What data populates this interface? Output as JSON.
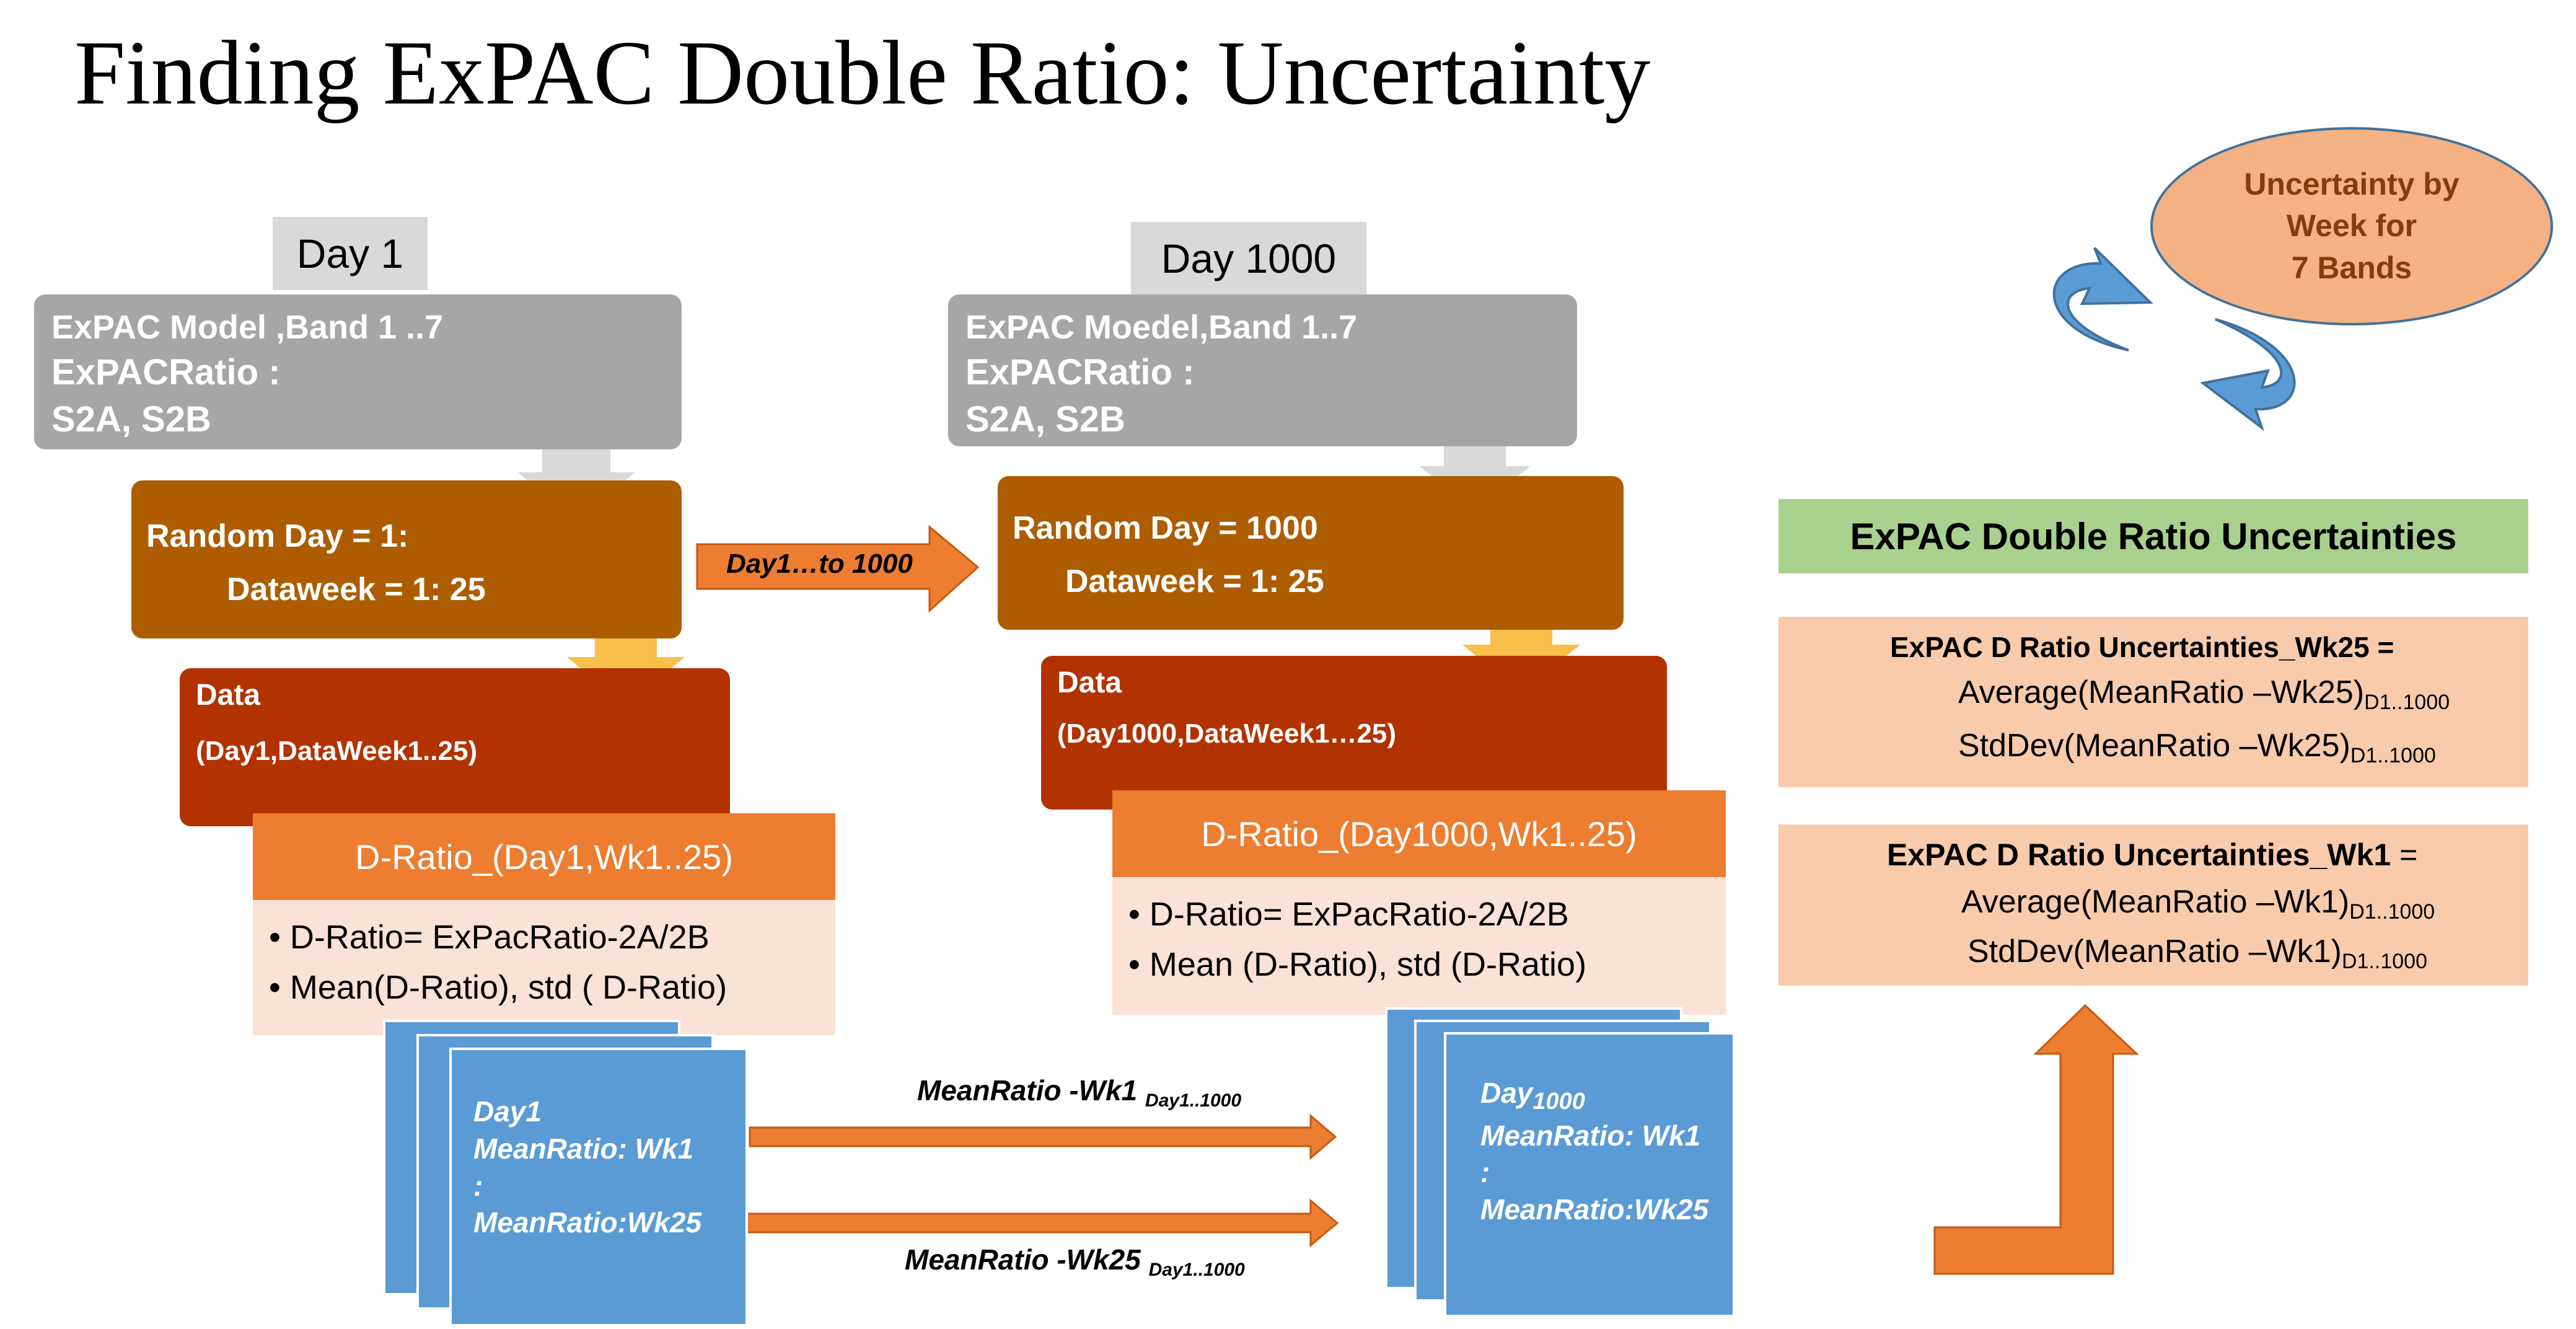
{
  "title": "Finding ExPAC Double Ratio: Uncertainty",
  "left": {
    "day_label": "Day 1",
    "model_line1": "ExPAC Model ,Band 1 ..7",
    "model_line2": "ExPACRatio :",
    "model_line3": "S2A, S2B",
    "random_line1": "Random  Day  = 1:",
    "random_line2": "Dataweek = 1: 25",
    "data_line1": "Data",
    "data_line2": "(Day1,DataWeek1..25)",
    "dratio_header": "D-Ratio_(Day1,Wk1..25)",
    "dratio_bullet1": "D-Ratio= ExPacRatio-2A/2B",
    "dratio_bullet2": "Mean(D-Ratio), std ( D-Ratio)",
    "sheet_line1": "Day1",
    "sheet_line2": "MeanRatio: Wk1",
    "sheet_line3": ":",
    "sheet_line4": "MeanRatio:Wk25"
  },
  "right": {
    "day_label": "Day 1000",
    "model_line1": "ExPAC Moedel,Band 1..7",
    "model_line2": "ExPACRatio  :",
    "model_line3": "S2A, S2B",
    "random_line1": "Random  Day  = 1000",
    "random_line2": "Dataweek = 1: 25",
    "data_line1": "Data",
    "data_line2": "(Day1000,DataWeek1…25)",
    "dratio_header": "D-Ratio_(Day1000,Wk1..25)",
    "dratio_bullet1": "D-Ratio= ExPacRatio-2A/2B",
    "dratio_bullet2": "Mean (D-Ratio), std (D-Ratio)",
    "sheet_line1_main": "Day",
    "sheet_line1_sub": "1000",
    "sheet_line2": "MeanRatio: Wk1",
    "sheet_line3": ":",
    "sheet_line4": "MeanRatio:Wk25"
  },
  "day_arrow_label": "Day1…to 1000",
  "flow_wk1": {
    "label": "MeanRatio -Wk1",
    "sub": "Day1..1000"
  },
  "flow_wk25": {
    "label": "MeanRatio -Wk25",
    "sub": "Day1..1000"
  },
  "ellipse": {
    "line1": "Uncertainty by",
    "line2": "Week for",
    "line3": "7 Bands"
  },
  "results": {
    "header": "ExPAC Double Ratio Uncertainties",
    "wk25": {
      "title": "ExPAC D Ratio Uncertainties_Wk25 =",
      "avg": "Average(MeanRatio –Wk25)",
      "avg_sub": "D1..1000",
      "std": "StdDev(MeanRatio –Wk25)",
      "std_sub": "D1..1000"
    },
    "wk1": {
      "title": "ExPAC D Ratio Uncertainties_Wk1",
      "title_suffix": " =",
      "avg": "Average(MeanRatio –Wk1)",
      "avg_sub": "D1..1000",
      "std": "StdDev(MeanRatio –Wk1)",
      "std_sub": "D1..1000"
    }
  },
  "colors": {
    "gray": "#a6a6a6",
    "brown": "#ad5d00",
    "rust": "#b23200",
    "orange": "#ed7d31",
    "peach": "#fbe2d6",
    "blue": "#5b9bd5",
    "green": "#a9d18e",
    "salmon": "#f8cbad"
  }
}
